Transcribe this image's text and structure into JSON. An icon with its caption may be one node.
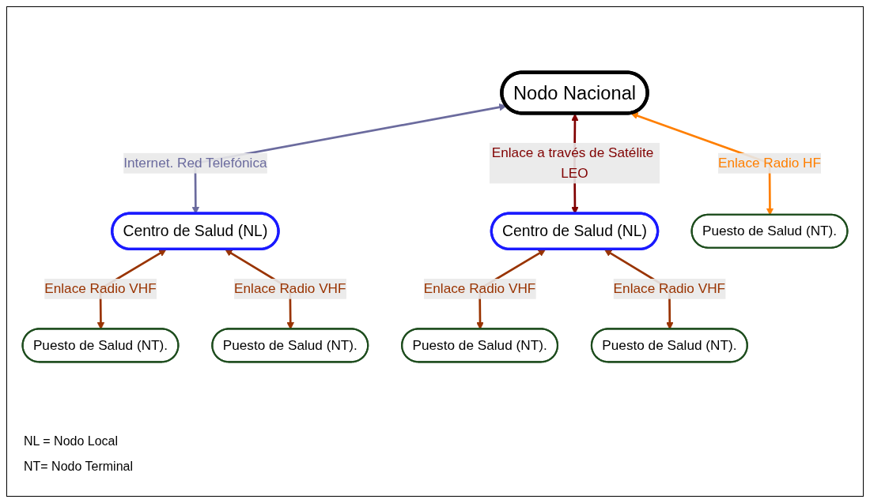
{
  "diagram": {
    "nodes": [
      {
        "text": [
          "Nodo Nacional"
        ]
      },
      {
        "text": [
          "Centro de Salud (NL)"
        ]
      },
      {
        "text": [
          "Centro de Salud (NL)"
        ]
      },
      {
        "text": [
          "Puesto de Salud (NT)."
        ]
      },
      {
        "text": [
          "Puesto de Salud (NT)."
        ]
      },
      {
        "text": [
          "Puesto de Salud (NT)."
        ]
      },
      {
        "text": [
          "Puesto de Salud (NT)."
        ]
      },
      {
        "text": [
          "Puesto de Salud (NT)."
        ]
      }
    ],
    "edges": [
      {
        "from": 0,
        "to": 1,
        "arrow": "both",
        "label": "Internet. Red Telefónica",
        "color": "#6b6b9e"
      },
      {
        "from": 0,
        "to": 4,
        "arrow": "both",
        "label": "Enlace Radio HF",
        "color": "#ff7f00"
      },
      {
        "from": 0,
        "to": 2,
        "arrow": "both",
        "label": "Enlace a través de Satélite LEO",
        "color": "#800000"
      },
      {
        "from": 1,
        "to": 3,
        "arrow": "both",
        "label": "Enlace Radio VHF"
      },
      {
        "from": 1,
        "to": 5,
        "arrow": "both",
        "label": "Enlace Radio VHF"
      },
      {
        "from": 2,
        "to": 6,
        "arrow": "both",
        "label": "Enlace Radio VHF"
      },
      {
        "from": 2,
        "to": 7,
        "arrow": "both",
        "label": "Enlace Radio VHF"
      }
    ],
    "labels": [
      "NL = Nodo Local",
      "NT= Nodo Terminal"
    ]
  }
}
